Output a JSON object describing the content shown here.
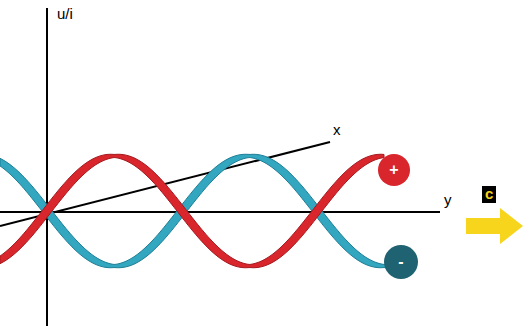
{
  "diagram": {
    "nodes": [
      {
        "text": [
          "+"
        ]
      },
      {
        "text": [
          "-"
        ]
      }
    ],
    "labels": [
      "u/i",
      "x",
      "y",
      "c"
    ]
  }
}
